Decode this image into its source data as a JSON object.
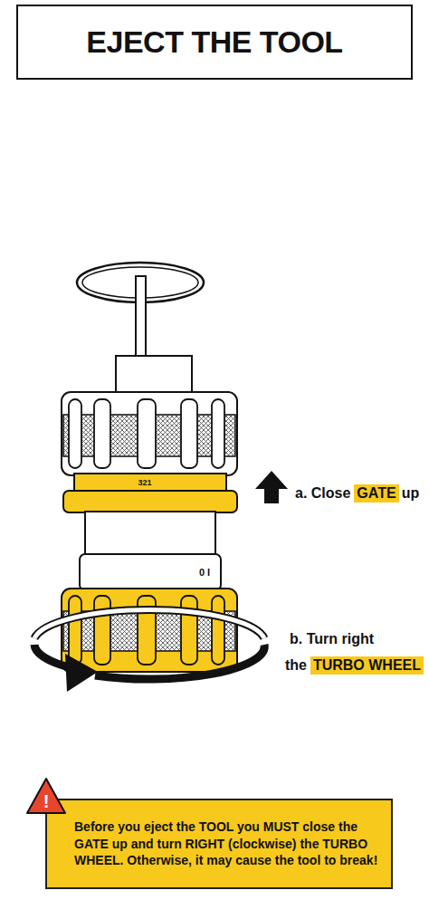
{
  "diagram": {
    "title": "EJECT THE TOOL",
    "nodes": [
      {
        "text": [
          "GATE"
        ]
      },
      {
        "text": [
          "TURBO WHEEL"
        ]
      },
      {
        "text": [
          "Before you eject the TOOL you MUST close the GATE up and turn RIGHT (clockwise) the TURBO WHEEL. Otherwise, it may cause the tool to break!"
        ]
      },
      {
        "text": [
          "!"
        ]
      }
    ],
    "labels": [
      "a. Close",
      "up",
      "b. Turn right",
      "the",
      "321",
      "0 I"
    ]
  }
}
